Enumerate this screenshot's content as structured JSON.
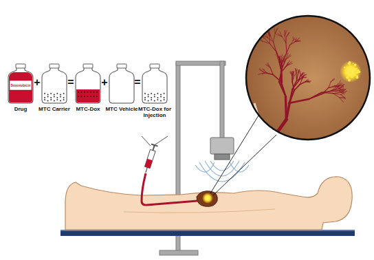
{
  "diagram": {
    "nodes": [
      {
        "text": [
          "Doxorubicin",
          "Drug"
        ]
      },
      {
        "text": [
          "MTC Carrier"
        ]
      },
      {
        "text": [
          "MTC-Dox"
        ]
      },
      {
        "text": [
          "MTC Vehicle"
        ]
      },
      {
        "text": [
          "MTC-Dox for Injection"
        ]
      }
    ],
    "labels": [
      "+",
      "=",
      "+",
      "="
    ]
  }
}
